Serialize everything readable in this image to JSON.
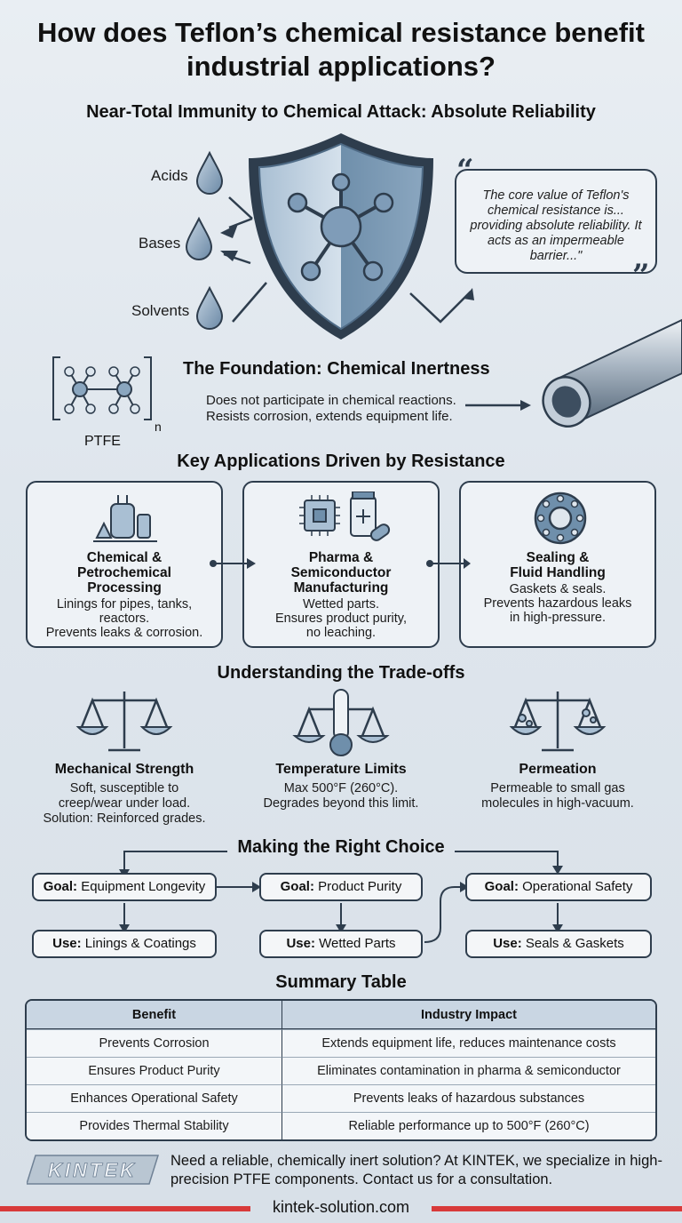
{
  "title": "How does Teflon’s chemical resistance benefit industrial applications?",
  "immunity_heading": "Near-Total Immunity to Chemical Attack: Absolute Reliability",
  "chemicals": [
    "Acids",
    "Bases",
    "Solvents"
  ],
  "quote": "The core value of Teflon's chemical resistance is... providing absolute reliability. It acts as an impermeable barrier...\"",
  "foundation": {
    "ptfe_label": "PTFE",
    "ptfe_subscript": "n",
    "title": "The Foundation: Chemical Inertness",
    "line1": "Does not participate in chemical reactions.",
    "line2": "Resists corrosion, extends equipment life."
  },
  "applications_heading": "Key Applications Driven by Resistance",
  "applications": [
    {
      "title": "Chemical &\nPetrochemical\nProcessing",
      "desc": "Linings for pipes, tanks,\nreactors.\nPrevents leaks & corrosion.",
      "icon": "chemical-plant-icon"
    },
    {
      "title": "Pharma &\nSemiconductor\nManufacturing",
      "desc": "Wetted parts.\nEnsures product purity,\nno leaching.",
      "icon": "chip-and-medicine-icon"
    },
    {
      "title": "Sealing &\nFluid Handling",
      "desc": "Gaskets & seals.\nPrevents hazardous leaks\nin high-pressure.",
      "icon": "gasket-icon"
    }
  ],
  "tradeoffs_heading": "Understanding the Trade-offs",
  "tradeoffs": [
    {
      "title": "Mechanical Strength",
      "desc": "Soft, susceptible to\ncreep/wear under load.\nSolution: Reinforced grades.",
      "icon": "scale-icon"
    },
    {
      "title": "Temperature Limits",
      "desc": "Max 500°F (260°C).\nDegrades beyond this limit.",
      "icon": "thermometer-scale-icon"
    },
    {
      "title": "Permeation",
      "desc": "Permeable to small gas\nmolecules in high-vacuum.",
      "icon": "molecule-scale-icon"
    }
  ],
  "choice_heading": "Making the Right Choice",
  "choices": [
    {
      "goal_label": "Goal:",
      "goal": "Equipment Longevity",
      "use_label": "Use:",
      "use": "Linings & Coatings"
    },
    {
      "goal_label": "Goal:",
      "goal": "Product Purity",
      "use_label": "Use:",
      "use": "Wetted Parts"
    },
    {
      "goal_label": "Goal:",
      "goal": "Operational Safety",
      "use_label": "Use:",
      "use": "Seals & Gaskets"
    }
  ],
  "summary_heading": "Summary Table",
  "summary_table": {
    "headers": [
      "Benefit",
      "Industry Impact"
    ],
    "rows": [
      [
        "Prevents Corrosion",
        "Extends equipment life, reduces maintenance costs"
      ],
      [
        "Ensures Product Purity",
        "Eliminates contamination in pharma & semiconductor"
      ],
      [
        "Enhances Operational Safety",
        "Prevents leaks of hazardous substances"
      ],
      [
        "Provides Thermal Stability",
        "Reliable performance up to 500°F (260°C)"
      ]
    ]
  },
  "brand": {
    "logo_text": "KINTEK",
    "cta": "Need a reliable, chemically inert solution? At KINTEK, we specialize in high-precision PTFE components. Contact us for a consultation.",
    "url": "kintek-solution.com"
  },
  "colors": {
    "ink": "#2e3d4d",
    "accent_red": "#d83a3a",
    "steel_blue": "#6f8fab"
  }
}
